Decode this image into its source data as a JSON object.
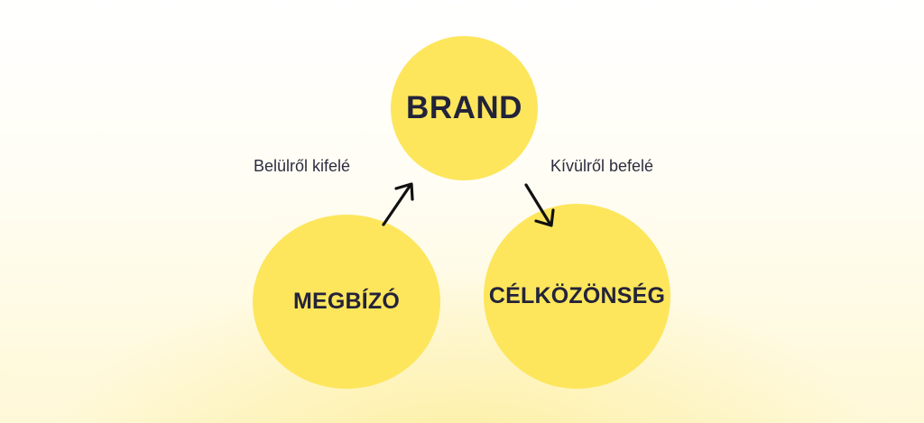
{
  "diagram": {
    "nodes": [
      {
        "id": "brand",
        "label": "BRAND"
      },
      {
        "id": "megbizo",
        "label": "MEGBÍZÓ"
      },
      {
        "id": "celkozonseg",
        "label": "CÉLKÖZÖNSÉG"
      }
    ],
    "edges": [
      {
        "from": "megbizo",
        "to": "brand",
        "label": "Belülről kifelé"
      },
      {
        "from": "brand",
        "to": "celkozonseg",
        "label": "Kívülről befelé"
      }
    ]
  },
  "colors": {
    "circle_fill": "#FDE65C",
    "text": "#23233A",
    "arrow": "#111111",
    "background_top": "#FFFFFF",
    "background_glow": "#FDEC8C"
  }
}
